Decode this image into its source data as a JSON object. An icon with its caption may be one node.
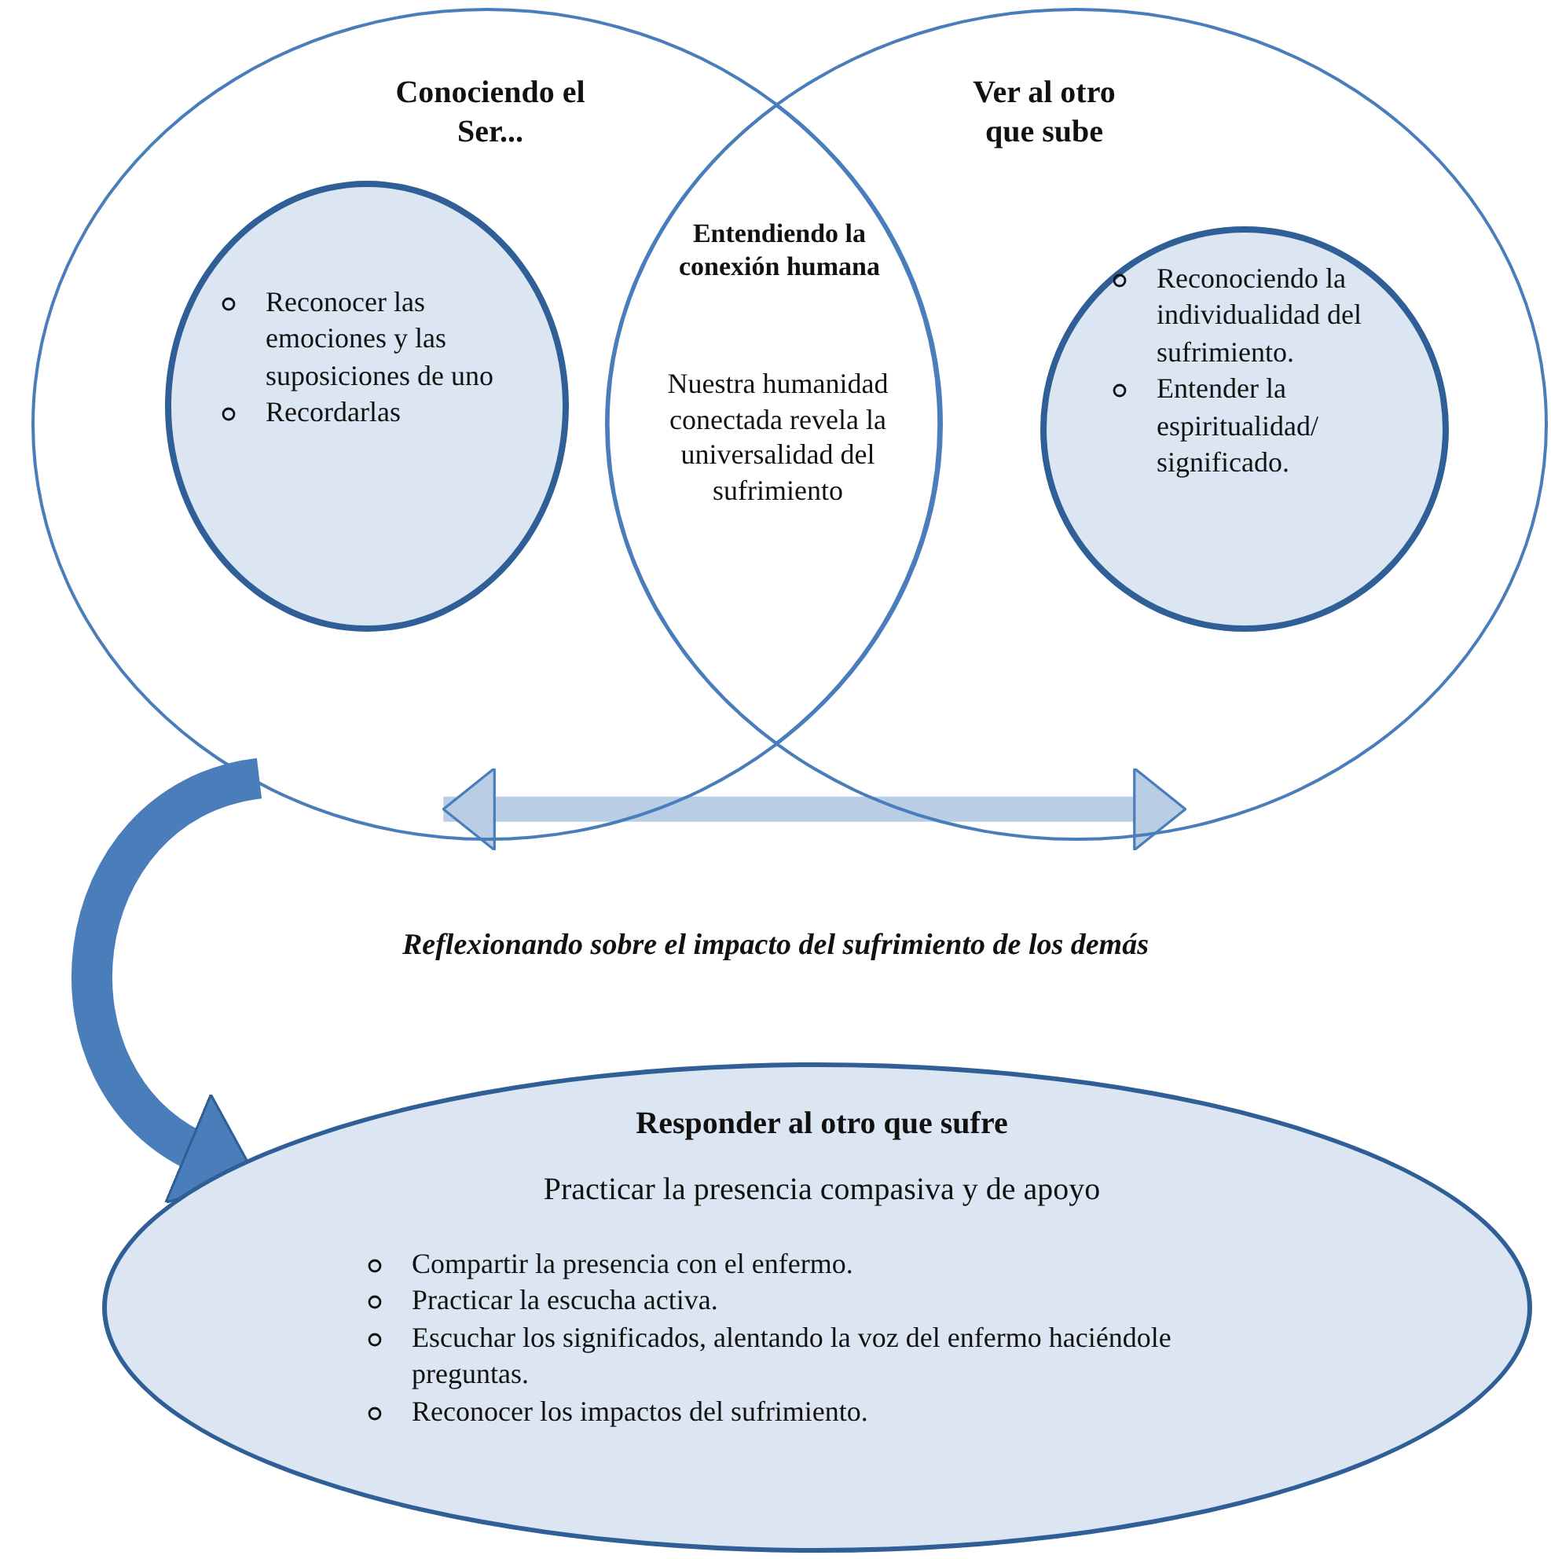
{
  "diagram": {
    "nodes": [
      {
        "text": [
          "Conociendo el Ser..."
        ]
      },
      {
        "text": [
          "Reconocer las emociones y las suposiciones de uno",
          "Recordarlas"
        ],
        "in": 0
      },
      {
        "text": [
          "Ver al otro que sube"
        ]
      },
      {
        "text": [
          "Reconociendo la individualidad del sufrimiento.",
          "Entender la espiritualidad/ significado."
        ],
        "in": 2
      },
      {
        "text": [
          "Entendiendo la conexión humana",
          "Nuestra humanidad conectada revela la universalidad del sufrimiento"
        ]
      },
      {
        "text": [
          "Responder al otro que sufre",
          "Practicar la presencia compasiva y de apoyo",
          "Compartir la presencia con el enfermo.",
          "Practicar la escucha activa.",
          "Escuchar los significados, alentando la voz del enfermo haciéndole preguntas.",
          "Reconocer los impactos del sufrimiento."
        ]
      }
    ],
    "edges": [
      {
        "from": 0,
        "to": 2,
        "arrow": "both",
        "color": "#b9cde5"
      },
      {
        "from": 0,
        "to": 5,
        "arrow": "to",
        "color": "#4a7ebb"
      }
    ],
    "labels": [
      "Reflexionando sobre el impacto del sufrimiento de los demás"
    ]
  }
}
